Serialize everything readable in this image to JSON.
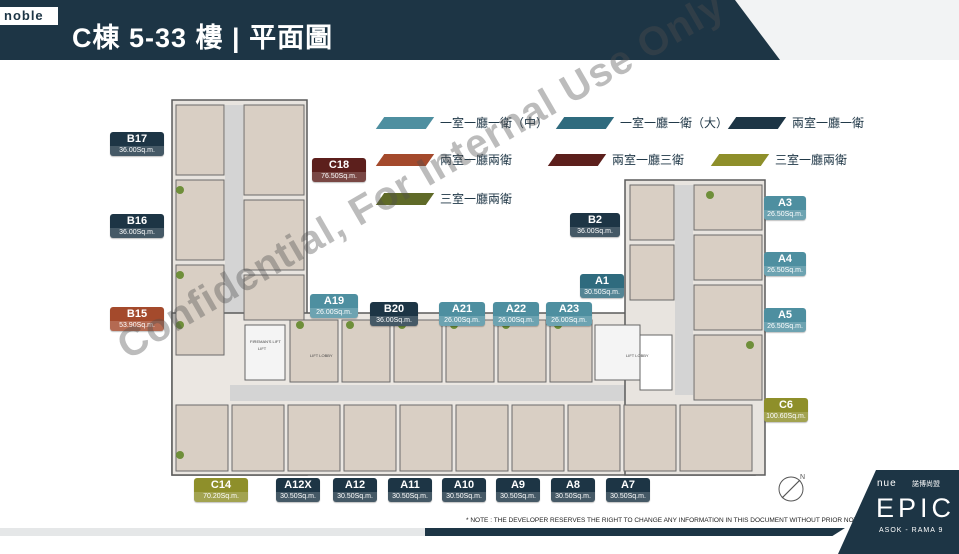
{
  "header": {
    "brand": "noble",
    "title": "C棟 5-33 樓 | 平面圖"
  },
  "legend": [
    {
      "label": "一室一廳一衛（中）",
      "color": "#4e8fa0"
    },
    {
      "label": "一室一廳一衛（大）",
      "color": "#2f6b7e"
    },
    {
      "label": "兩室一廳一衛",
      "color": "#1d3545"
    },
    {
      "label": "兩室一廳兩衛",
      "color": "#a44a2c"
    },
    {
      "label": "兩室一廳三衛",
      "color": "#5c1f1c"
    },
    {
      "label": "三室一廳兩衛",
      "color": "#8e8f2a"
    },
    {
      "label": "三室一廳兩衛",
      "color": "#5f6a28"
    }
  ],
  "units": [
    {
      "code": "B17",
      "area": "36.00Sq.m.",
      "color": "#1d3545"
    },
    {
      "code": "B16",
      "area": "36.00Sq.m.",
      "color": "#1d3545"
    },
    {
      "code": "B15",
      "area": "53.90Sq.m.",
      "color": "#a44a2c"
    },
    {
      "code": "C18",
      "area": "76.50Sq.m.",
      "color": "#5c1f1c"
    },
    {
      "code": "C14",
      "area": "70.20Sq.m.",
      "color": "#8e8f2a"
    },
    {
      "code": "A19",
      "area": "26.00Sq.m.",
      "color": "#4e8fa0"
    },
    {
      "code": "B20",
      "area": "36.00Sq.m.",
      "color": "#1d3545"
    },
    {
      "code": "A21",
      "area": "26.00Sq.m.",
      "color": "#4e8fa0"
    },
    {
      "code": "A22",
      "area": "26.00Sq.m.",
      "color": "#4e8fa0"
    },
    {
      "code": "A23",
      "area": "26.00Sq.m.",
      "color": "#4e8fa0"
    },
    {
      "code": "B2",
      "area": "36.00Sq.m.",
      "color": "#1d3545"
    },
    {
      "code": "A1",
      "area": "30.50Sq.m.",
      "color": "#2f6b7e"
    },
    {
      "code": "A3",
      "area": "26.50Sq.m.",
      "color": "#4e8fa0"
    },
    {
      "code": "A4",
      "area": "26.50Sq.m.",
      "color": "#4e8fa0"
    },
    {
      "code": "A5",
      "area": "26.50Sq.m.",
      "color": "#4e8fa0"
    },
    {
      "code": "C6",
      "area": "100.60Sq.m.",
      "color": "#8e8f2a"
    },
    {
      "code": "A12X",
      "area": "30.50Sq.m.",
      "color": "#1d3545"
    },
    {
      "code": "A12",
      "area": "30.50Sq.m.",
      "color": "#1d3545"
    },
    {
      "code": "A11",
      "area": "30.50Sq.m.",
      "color": "#1d3545"
    },
    {
      "code": "A10",
      "area": "30.50Sq.m.",
      "color": "#1d3545"
    },
    {
      "code": "A9",
      "area": "30.50Sq.m.",
      "color": "#1d3545"
    },
    {
      "code": "A8",
      "area": "30.50Sq.m.",
      "color": "#1d3545"
    },
    {
      "code": "A7",
      "area": "30.50Sq.m.",
      "color": "#1d3545"
    }
  ],
  "plan_labels": {
    "lift": "LIFT",
    "lift_lobby": "LIFT LOBBY",
    "firemans_lift": "FIREMAN'S LIFT",
    "compass_north": "N"
  },
  "watermark": "Confidential, For Internal Use Only",
  "note": "* NOTE : THE DEVELOPER RESERVES THE RIGHT TO CHANGE ANY INFORMATION IN THIS DOCUMENT WITHOUT PRIOR NOTICE.",
  "logo": {
    "nue": "nue",
    "chinese": "諾博尚盟",
    "name": "EPIC",
    "subtitle": "ASOK - RAMA 9"
  }
}
